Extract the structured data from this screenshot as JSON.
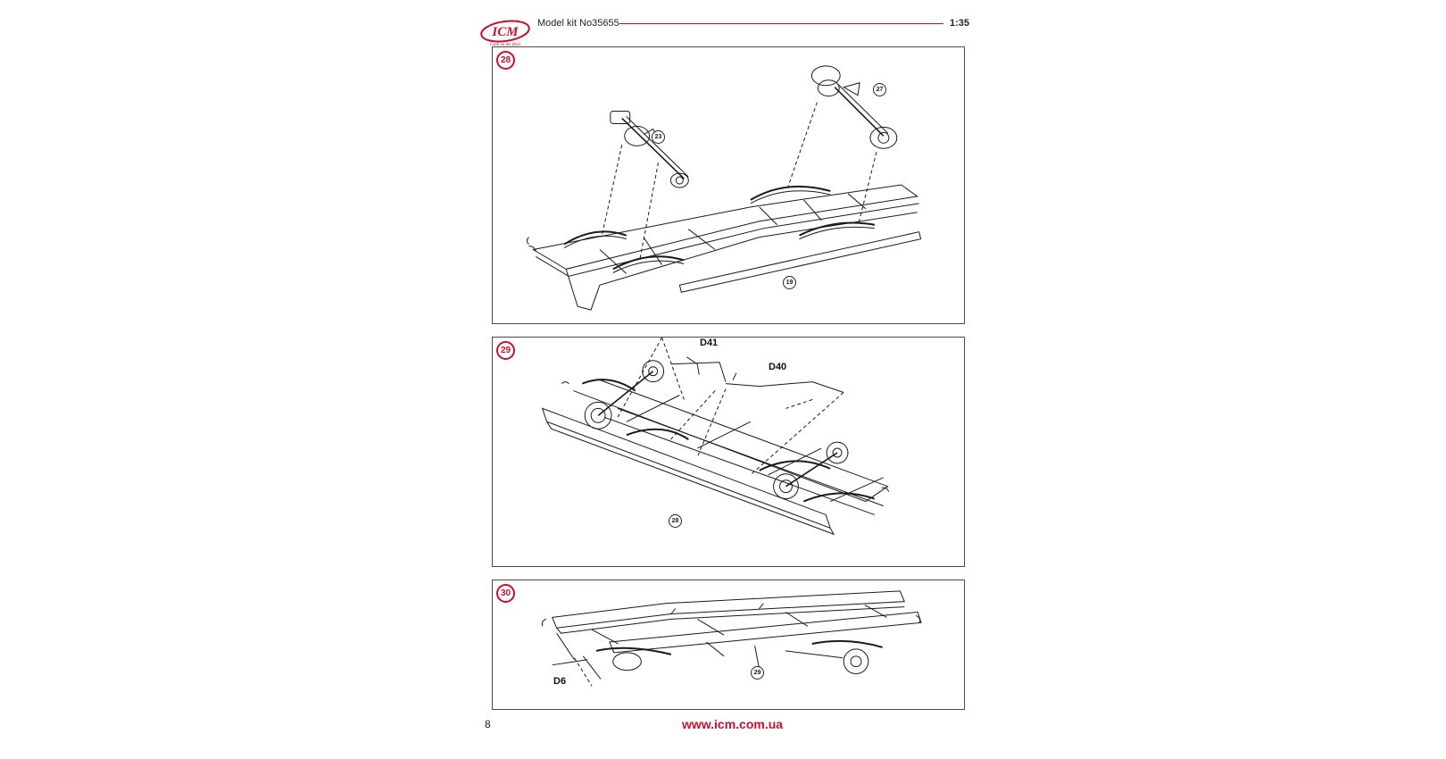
{
  "header": {
    "brand": "ICM",
    "brand_tagline": "Look on the Real",
    "model_kit": "Model kit No35655",
    "scale": "1:35"
  },
  "steps": [
    {
      "number": "28",
      "refs": [
        "23",
        "27",
        "19"
      ],
      "labels": []
    },
    {
      "number": "29",
      "refs": [
        "28"
      ],
      "labels": [
        "D41",
        "D40"
      ]
    },
    {
      "number": "30",
      "refs": [
        "29"
      ],
      "labels": [
        "D6"
      ]
    }
  ],
  "footer": {
    "page_number": "8",
    "website": "www.icm.com.ua"
  },
  "colors": {
    "accent": "#c8102e",
    "line": "#1a1a1a"
  }
}
